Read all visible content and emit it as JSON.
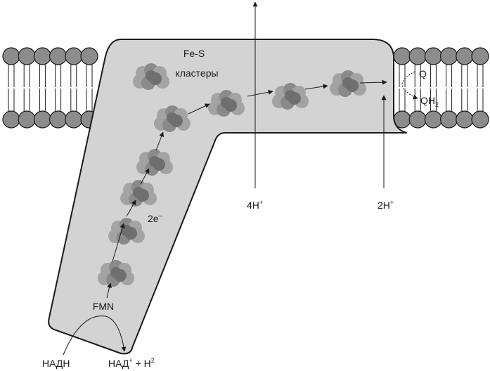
{
  "labels": {
    "fes_line1": "Fe-S",
    "fes_line2": "кластеры",
    "two_e": "2e",
    "two_e_sup": "–",
    "fmn": "FMN",
    "nadh": "НАДН",
    "nad_main": "НАД",
    "nad_sup": "+",
    "nad_rest": " + H",
    "nad_rest_sup": "2",
    "four_h": "4H",
    "four_h_sup": "+",
    "two_h": "2H",
    "two_h_sup": "+",
    "q": "Q",
    "qh2": "QH",
    "qh2_sub": "2"
  },
  "colors": {
    "complex_fill": "#d3d3d3",
    "outline": "#1a1a1a",
    "lipid_head": "#8c8c8c",
    "cluster_light": "#a3a3a3",
    "cluster_mid": "#8a8a8a",
    "cluster_dark": "#6f6f6f"
  }
}
